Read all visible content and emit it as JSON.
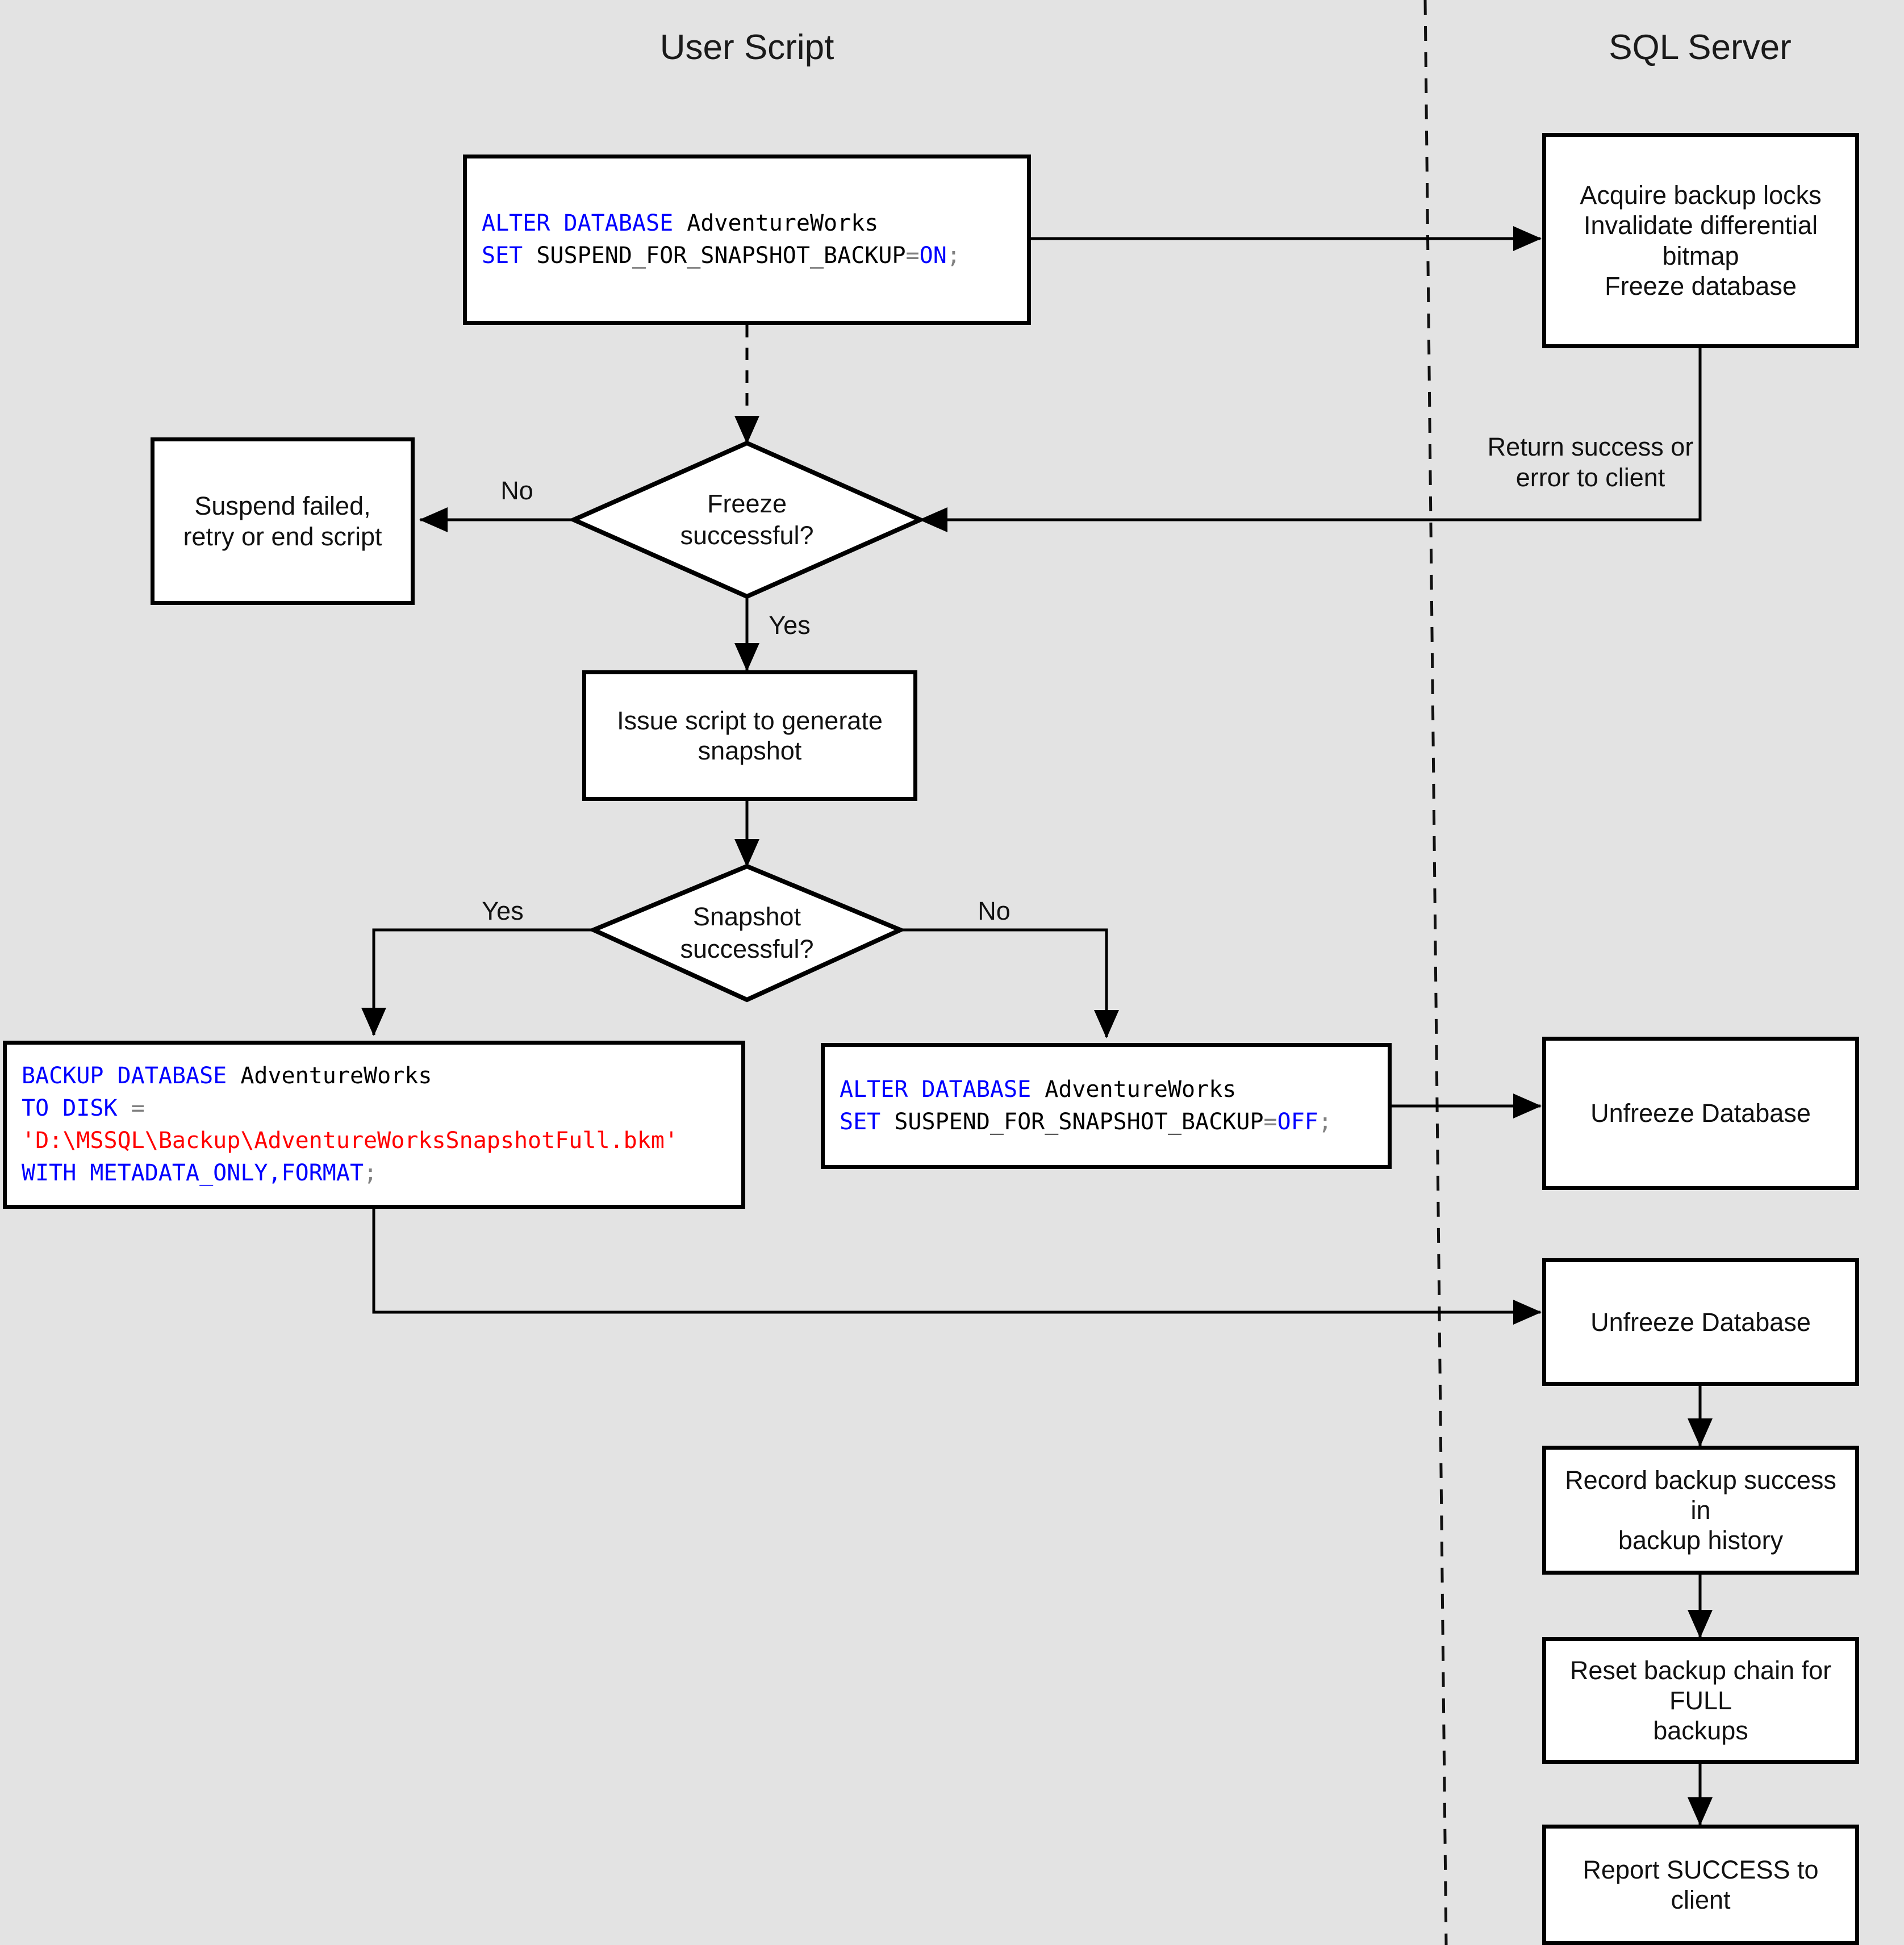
{
  "diagram": {
    "title_user_script": "User Script",
    "title_sql_server": "SQL Server",
    "background": "#e3e3e3",
    "keyword_color": "#0000ff",
    "string_color": "#ff0000",
    "operator_color": "#808080"
  },
  "nodes": {
    "alter_on": {
      "lines": [
        {
          "parts": [
            {
              "t": "ALTER DATABASE ",
              "c": "k"
            },
            {
              "t": "AdventureWorks",
              "c": ""
            }
          ]
        },
        {
          "parts": [
            {
              "t": "SET",
              "c": "k"
            },
            {
              "t": " SUSPEND_FOR_SNAPSHOT_BACKUP",
              "c": ""
            },
            {
              "t": "=",
              "c": "op"
            },
            {
              "t": "ON",
              "c": "k"
            },
            {
              "t": ";",
              "c": "op"
            }
          ]
        }
      ],
      "text": "ALTER DATABASE AdventureWorks\nSET SUSPEND_FOR_SNAPSHOT_BACKUP=ON;"
    },
    "acquire_locks": "Acquire backup locks\nInvalidate differential\nbitmap\nFreeze database",
    "suspend_failed": "Suspend failed,\nretry or end script",
    "freeze_decision": "Freeze\nsuccessful?",
    "issue_script": "Issue script to generate\nsnapshot",
    "snapshot_decision": "Snapshot\nsuccessful?",
    "backup_database": {
      "lines": [
        {
          "parts": [
            {
              "t": "BACKUP DATABASE ",
              "c": "k"
            },
            {
              "t": "AdventureWorks",
              "c": ""
            }
          ]
        },
        {
          "parts": [
            {
              "t": "TO DISK ",
              "c": "k"
            },
            {
              "t": "=",
              "c": "op"
            }
          ]
        },
        {
          "parts": [
            {
              "t": "'D:\\MSSQL\\Backup\\AdventureWorksSnapshotFull.bkm'",
              "c": "s"
            }
          ]
        },
        {
          "parts": [
            {
              "t": "WITH METADATA_ONLY,FORMAT",
              "c": "k"
            },
            {
              "t": ";",
              "c": "op"
            }
          ]
        }
      ],
      "text": "BACKUP DATABASE AdventureWorks\nTO DISK =\n'D:\\MSSQL\\Backup\\AdventureWorksSnapshotFull.bkm'\nWITH METADATA_ONLY,FORMAT;"
    },
    "alter_off": {
      "lines": [
        {
          "parts": [
            {
              "t": "ALTER DATABASE ",
              "c": "k"
            },
            {
              "t": "AdventureWorks",
              "c": ""
            }
          ]
        },
        {
          "parts": [
            {
              "t": "SET",
              "c": "k"
            },
            {
              "t": " SUSPEND_FOR_SNAPSHOT_BACKUP",
              "c": ""
            },
            {
              "t": "=",
              "c": "op"
            },
            {
              "t": "OFF",
              "c": "k"
            },
            {
              "t": ";",
              "c": "op"
            }
          ]
        }
      ],
      "text": "ALTER DATABASE AdventureWorks\nSET SUSPEND_FOR_SNAPSHOT_BACKUP=OFF;"
    },
    "unfreeze_1": "Unfreeze Database",
    "unfreeze_2": "Unfreeze Database",
    "record_backup": "Record backup success in\nbackup history",
    "reset_chain": "Reset backup chain for FULL\nbackups",
    "report_success": "Report SUCCESS to client"
  },
  "edge_labels": {
    "return_success": "Return success or\nerror to client",
    "freeze_no": "No",
    "freeze_yes": "Yes",
    "snapshot_yes": "Yes",
    "snapshot_no": "No"
  }
}
